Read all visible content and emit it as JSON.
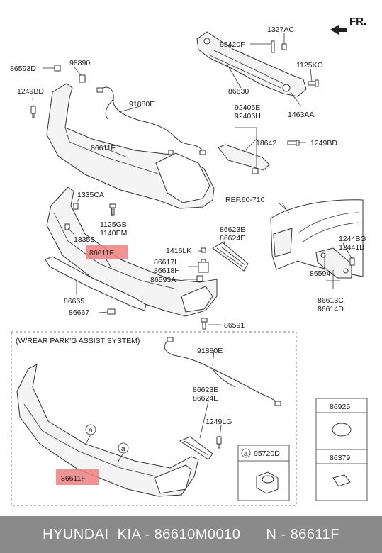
{
  "direction": "FR.",
  "labels": {
    "l1327AC": "1327AC",
    "l95420F": "95420F",
    "l1125KO": "1125KO",
    "l86630": "86630",
    "l1463AA": "1463AA",
    "l86593D": "86593D",
    "l98890": "98890",
    "l1249BD_a": "1249BD",
    "l91880E_a": "91880E",
    "l92405E": "92405E",
    "l92406H": "92406H",
    "l18642": "18642",
    "l1249BD_b": "1249BD",
    "l86611E": "86611E",
    "l1335CA": "1335CA",
    "l1125GB": "1125GB",
    "l1140EM": "1140EM",
    "l13355": "13355",
    "l86611F_a": "86611F",
    "ref": "REF.60-710",
    "l86623E_a": "86623E",
    "l86624E_a": "86624E",
    "l1416LK": "1416LK",
    "l86617H": "86617H",
    "l86618H": "86618H",
    "l86593A": "86593A",
    "l86665": "86665",
    "l86667": "86667",
    "l86591": "86591",
    "l1244BG": "1244BG",
    "l12441B": "12441B",
    "l86594": "86594",
    "l86613C": "86613C",
    "l86614D": "86614D",
    "section_title": "(W/REAR PARK'G ASSIST SYSTEM)",
    "l91880E_b": "91880E",
    "l86623E_b": "86623E",
    "l86624E_b": "86624E",
    "l1249LG": "1249LG",
    "callout_a1": "a",
    "callout_a2": "a",
    "legend_a": "a",
    "l95720D": "95720D",
    "l86611F_b": "86611F",
    "l86925": "86925",
    "l86379": "86379"
  },
  "footer": {
    "brand": "HYUNDAI  KIA - 86610M0010",
    "part": "N - 86611F"
  }
}
